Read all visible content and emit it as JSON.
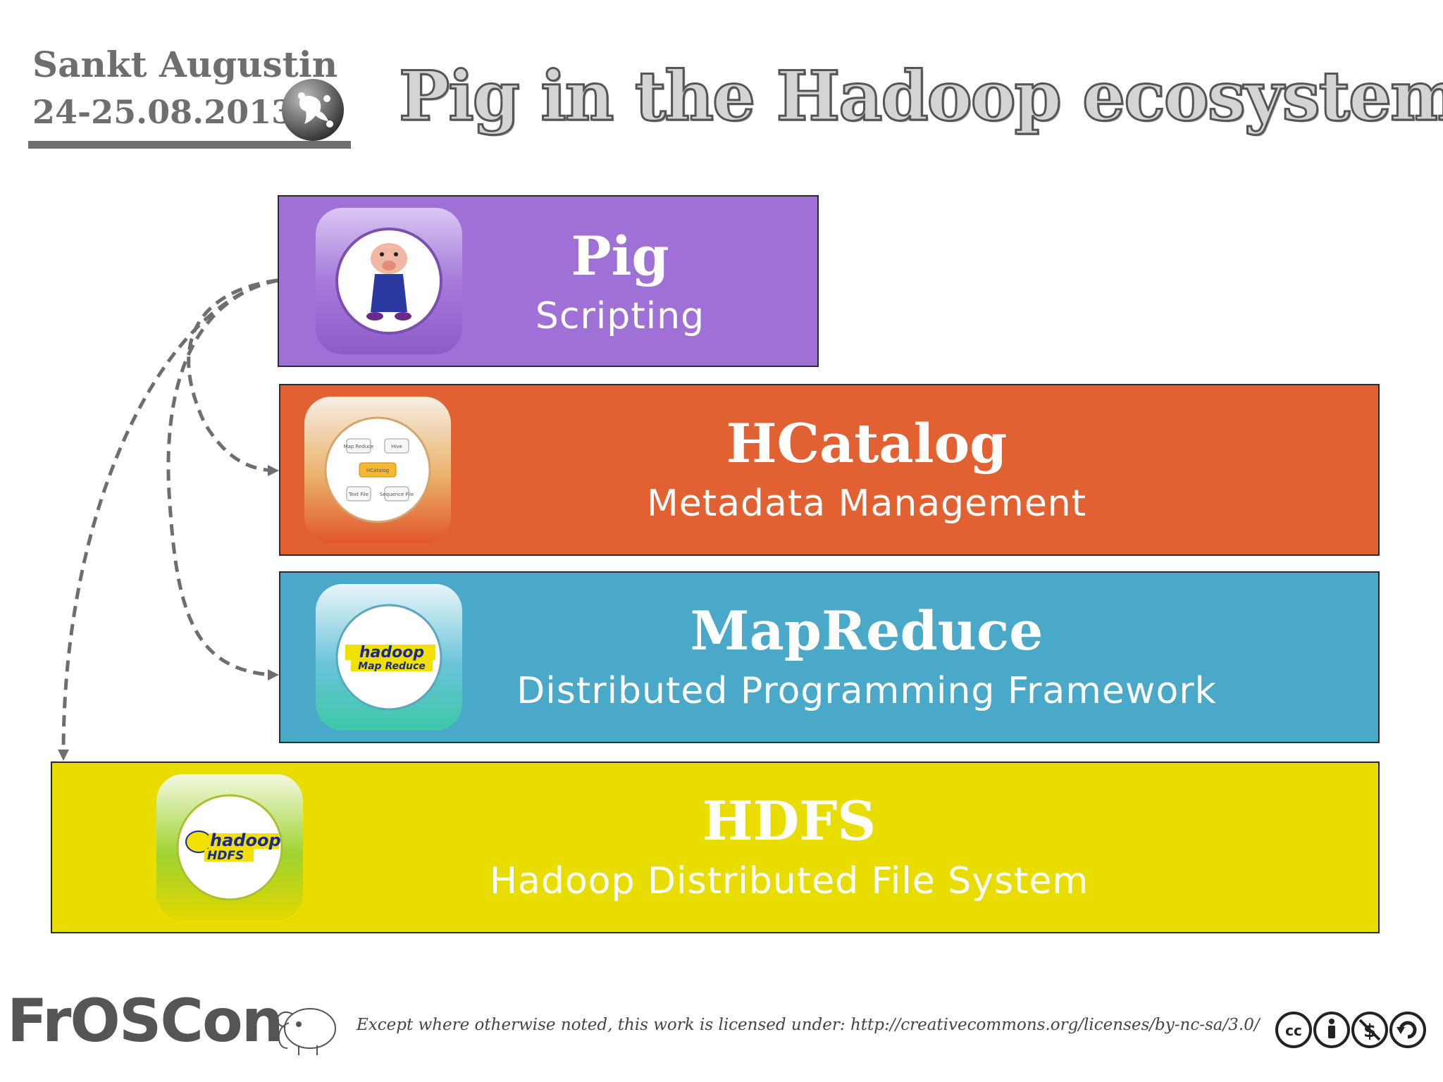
{
  "header": {
    "event_city": "Sankt Augustin",
    "event_date": "24-25.08.2013",
    "title": "Pig in the Hadoop ecosystem"
  },
  "layers": [
    {
      "name": "Pig",
      "description": "Scripting",
      "color": "#9f71d6",
      "icon": "pig-icon"
    },
    {
      "name": "HCatalog",
      "description": "Metadata Management",
      "color": "#e26132",
      "icon": "hcatalog-diagram-icon",
      "icon_labels": [
        "Map Reduce",
        "Hive",
        "HCatalog",
        "Text File",
        "Sequence File"
      ]
    },
    {
      "name": "MapReduce",
      "description": "Distributed Programming Framework",
      "color": "#4aa8c9",
      "icon": "hadoop-mapreduce-icon",
      "icon_labels": [
        "hadoop",
        "Map Reduce"
      ]
    },
    {
      "name": "HDFS",
      "description": "Hadoop Distributed File System",
      "color": "#e9dd00",
      "icon": "hadoop-hdfs-icon",
      "icon_labels": [
        "hadoop",
        "HDFS"
      ]
    }
  ],
  "footer": {
    "logo_text": "FrOSCon",
    "license": "Except where otherwise noted, this work is licensed under: http://creativecommons.org/licenses/by-nc-sa/3.0/",
    "badges": [
      "cc-icon",
      "by-icon",
      "nc-icon",
      "sa-icon"
    ]
  },
  "colors": {
    "arrow": "#6e6e6e",
    "header_gray": "#6e6e6e"
  }
}
